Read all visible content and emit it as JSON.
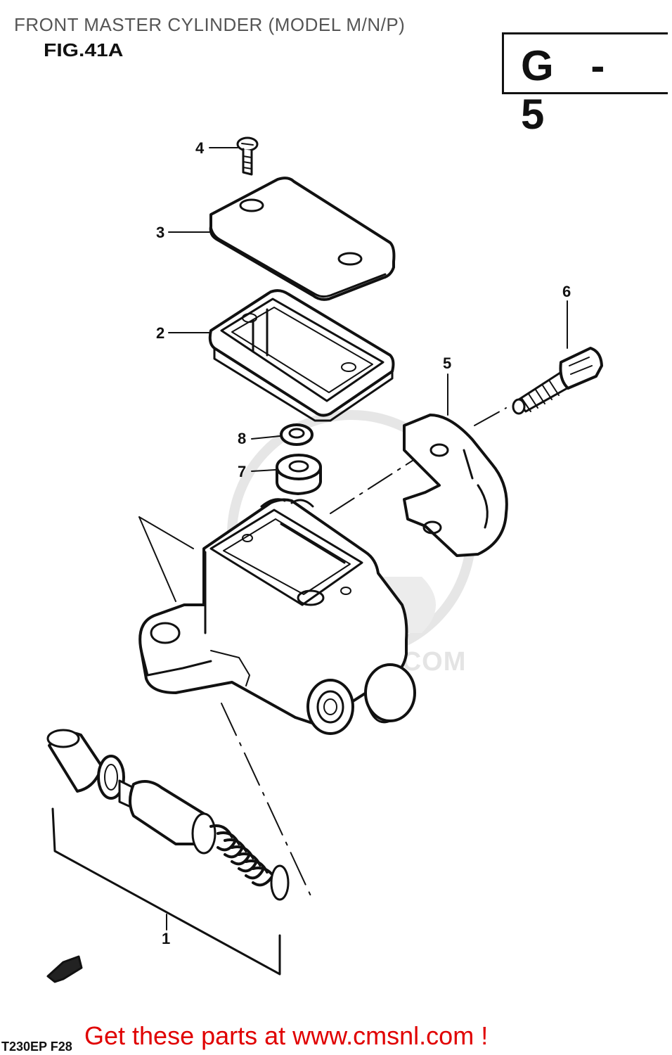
{
  "header": {
    "title": "FRONT MASTER CYLINDER (MODEL M/N/P)",
    "figure": "FIG.41A",
    "section_code": "G - 5"
  },
  "callouts": [
    {
      "id": "c1",
      "text": "1"
    },
    {
      "id": "c2",
      "text": "2"
    },
    {
      "id": "c3",
      "text": "3"
    },
    {
      "id": "c4",
      "text": "4"
    },
    {
      "id": "c5",
      "text": "5"
    },
    {
      "id": "c6",
      "text": "6"
    },
    {
      "id": "c7",
      "text": "7"
    },
    {
      "id": "c8",
      "text": "8"
    }
  ],
  "watermark": "WWW.CMSNL.COM",
  "drawing_code": "T230EP F28",
  "footer": "Get these parts at www.cmsnl.com !"
}
